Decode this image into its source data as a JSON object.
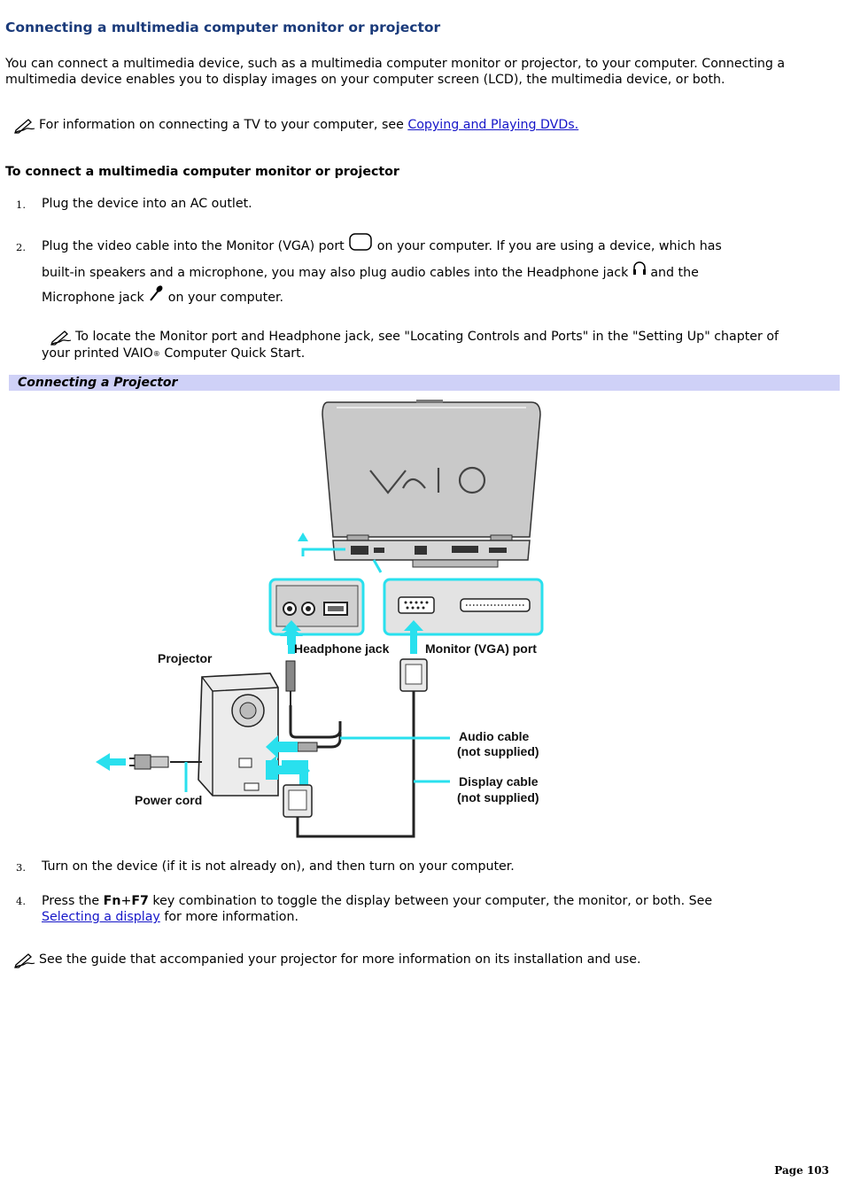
{
  "page": {
    "title": "Connecting a multimedia computer monitor or projector",
    "intro": "You can connect a multimedia device, such as a multimedia computer monitor or projector, to your computer. Connecting a multimedia device enables you to display images on your computer screen (LCD), the multimedia device, or both.",
    "note1": {
      "text": "For information on connecting a TV to your computer, see ",
      "link": "Copying and Playing DVDs."
    },
    "procedure_heading": "To connect a multimedia computer monitor or projector",
    "steps": [
      {
        "num": "1.",
        "text": "Plug the device into an AC outlet."
      },
      {
        "num": "2.",
        "line1a": "Plug the video cable into the Monitor (VGA) port",
        "line1b": "on your computer. If you are using a device, which has",
        "line2a": "built-in speakers and a microphone, you may also plug audio cables into the Headphone jack",
        "line2b": "and the",
        "line3a": "Microphone jack",
        "line3b": "on your computer.",
        "note": "To locate the Monitor port and Headphone jack, see \"Locating Controls and Ports\" in the \"Setting Up\" chapter of",
        "note2a": "your printed VAIO",
        "note2b": "®",
        "note2c": " Computer Quick Start."
      },
      {
        "num": "3.",
        "text": "Turn on the device (if it is not already on), and then turn on your computer."
      },
      {
        "num": "4.",
        "pre": "Press the ",
        "key1": "Fn",
        "plus": "+",
        "key2": "F7",
        "post": " key combination to toggle the display between your computer, the monitor, or both. See",
        "link": "Selecting a display",
        "after": " for more information."
      }
    ],
    "figure_caption": "Connecting a Projector",
    "figure_labels": {
      "logo": "VAIO",
      "projector": "Projector",
      "headphone": "Headphone jack",
      "monitor": "Monitor (VGA) port",
      "audio1": "Audio cable",
      "audio2": "(not supplied)",
      "display1": "Display cable",
      "display2": "(not supplied)",
      "power": "Power cord"
    },
    "final_note": "See the guide that accompanied your projector for more information on its installation and use.",
    "page_number": "Page 103"
  },
  "icons": {
    "note": "pencil-note-icon",
    "monitor_port": "monitor-port-icon",
    "headphone": "headphone-icon",
    "microphone": "microphone-icon"
  },
  "colors": {
    "title": "#1a3a7a",
    "link": "#1515c8",
    "caption_bar": "#cfd1f7",
    "callout": "#29e0ee"
  }
}
